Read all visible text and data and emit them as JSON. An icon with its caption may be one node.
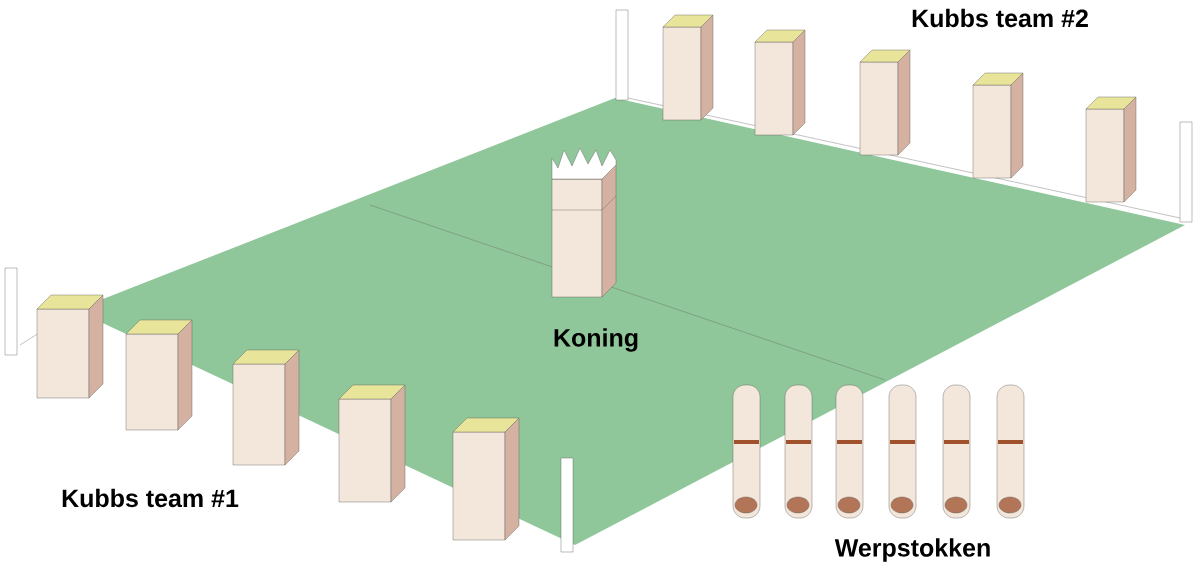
{
  "diagram": {
    "labels": [
      "Kubbs team #2",
      "Koning",
      "Kubbs team #1",
      "Werpstokken"
    ]
  }
}
